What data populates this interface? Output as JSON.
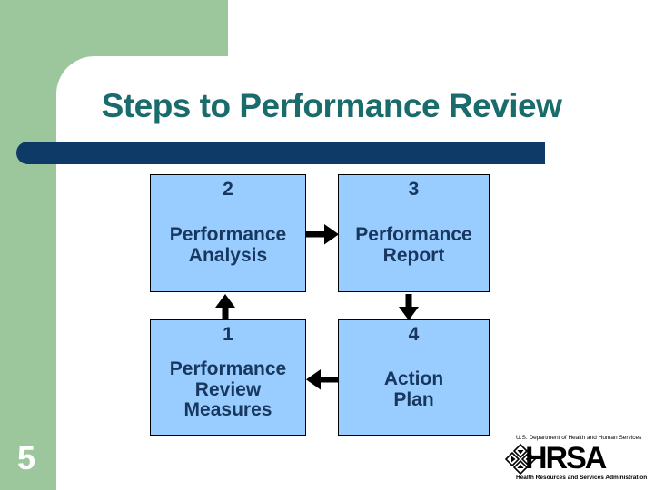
{
  "slide": {
    "title": "Steps to Performance Review",
    "page_number": "5"
  },
  "diagram": {
    "box1": {
      "number": "1",
      "label": [
        "Performance",
        "Review",
        "Measures"
      ]
    },
    "box2": {
      "number": "2",
      "label": [
        "Performance",
        "Analysis"
      ]
    },
    "box3": {
      "number": "3",
      "label": [
        "Performance",
        "Report"
      ]
    },
    "box4": {
      "number": "4",
      "label": [
        "Action",
        "Plan"
      ]
    },
    "flow": "1 -> 2 -> 3 -> 4 -> 1"
  },
  "footer_logo": {
    "department": "U.S. Department of Health and Human Services",
    "acronym": "HRSA",
    "organization": "Health Resources and Services Administration"
  },
  "colors": {
    "accent_green": "#9CC79C",
    "title_teal": "#1A6B6B",
    "bar_navy": "#0E3A68",
    "box_fill": "#99CCFF",
    "box_border": "#000000",
    "box_text": "#17375E",
    "arrow": "#000000",
    "page_number_text": "#FFFFFF"
  }
}
